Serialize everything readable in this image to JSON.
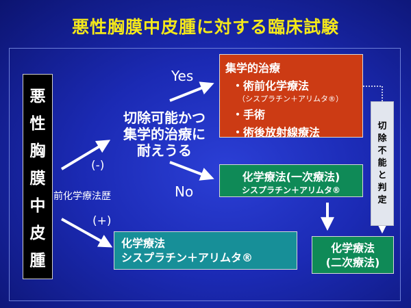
{
  "title": "悪性胸膜中皮腫に対する臨床試験",
  "disease_chars": [
    "悪",
    "性",
    "胸",
    "膜",
    "中",
    "皮",
    "腫"
  ],
  "question_lines": [
    "切除可能かつ",
    "集学的治療に",
    "耐えうる"
  ],
  "history_label": "前化学療法歴",
  "neg_label": "(-)",
  "pos_label": "(+)",
  "yes_label": "Yes",
  "no_label": "No",
  "multimodal": {
    "heading": "集学的治療",
    "item1": "・術前化学療法",
    "item1_sub": "（シスプラチン＋アリムタ®）",
    "item2": "・手術",
    "item3": "・術後放射線療法"
  },
  "first_line": {
    "heading": "化学療法(一次療法)",
    "sub": "シスプラチン＋アリムタ®"
  },
  "second_line": {
    "line1": "化学療法",
    "line2": "(二次療法)"
  },
  "pretreated": {
    "line1": "化学療法",
    "line2": "シスプラチン＋アリムタ®"
  },
  "judgement_chars": [
    "切",
    "除",
    "不",
    "能",
    "と",
    "判",
    "定"
  ],
  "colors": {
    "title": "#f4e81a",
    "multimodal_box": "#cc3b14",
    "chemo_box": "#0f8a57",
    "pretreated_box": "#178f98",
    "judgement_box": "#e2e6ee"
  }
}
